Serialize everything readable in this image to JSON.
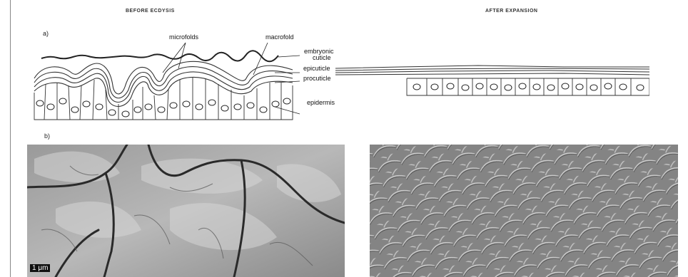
{
  "headings": {
    "before": "BEFORE ECDYSIS",
    "after": "AFTER EXPANSION"
  },
  "panels": {
    "a": "a)",
    "b": "b)"
  },
  "labels": {
    "microfolds": "microfolds",
    "macrofold": "macrofold",
    "embryonic_cuticle_1": "embryonic",
    "embryonic_cuticle_2": "cuticle",
    "epicuticle": "epicuticle",
    "procuticle": "procuticle",
    "epidermis": "epidermis"
  },
  "scale_bar": "1 μm"
}
